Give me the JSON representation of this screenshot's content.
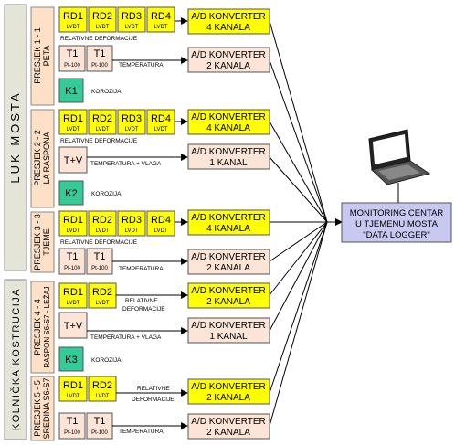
{
  "groups": [
    {
      "label": "LUK MOSTA"
    },
    {
      "label": "KOLNIČKA KOSTRUCIJA"
    }
  ],
  "sections": [
    {
      "line1": "PRESJEK 1 - 1",
      "line2": "PETA"
    },
    {
      "line1": "PRESJEK 2 - 2",
      "line2": "LA RASPONA"
    },
    {
      "line1": "PRESJEK 3 - 3",
      "line2": "TJEME"
    },
    {
      "line1": "PRESJEK 4 - 4",
      "line2": "RASPON S6-S7 - LEŽAJ"
    },
    {
      "line1": "PRESJEK 5 - 5",
      "line2": "SREDINA S6-S7"
    }
  ],
  "sensors": {
    "rd1": "RD1",
    "rd2": "RD2",
    "rd3": "RD3",
    "rd4": "RD4",
    "lvdt": "LVDT",
    "t1": "T1",
    "pt100": "Pt-100",
    "tv": "T+V",
    "k1": "K1",
    "k2": "K2",
    "k3": "K3"
  },
  "labels": {
    "rel_def": "RELATIVNE DEFORMACIJE",
    "rel_def_l1": "RELATIVNE",
    "rel_def_l2": "DEFORMACIJE",
    "temperatura": "TEMPERATURA",
    "temp_vlaga": "TEMPERATURA + VLAGA",
    "korozija": "KOROZIJA"
  },
  "converters": {
    "title": "A/D KONVERTER",
    "ch4": "4 KANALA",
    "ch2": "2 KANALA",
    "ch1": "1 KANAL"
  },
  "monitoring": {
    "line1": "MONITORING CENTAR",
    "line2": "U TJEMENU MOSTA",
    "line3": "\"DATA LOGGER\""
  },
  "colors": {
    "yellow": "#ffff00",
    "pink": "#fce4d6",
    "beige": "#fde0c6",
    "green": "#33cc99",
    "gray": "#e4e4d8",
    "blue": "#c8c8f0"
  }
}
